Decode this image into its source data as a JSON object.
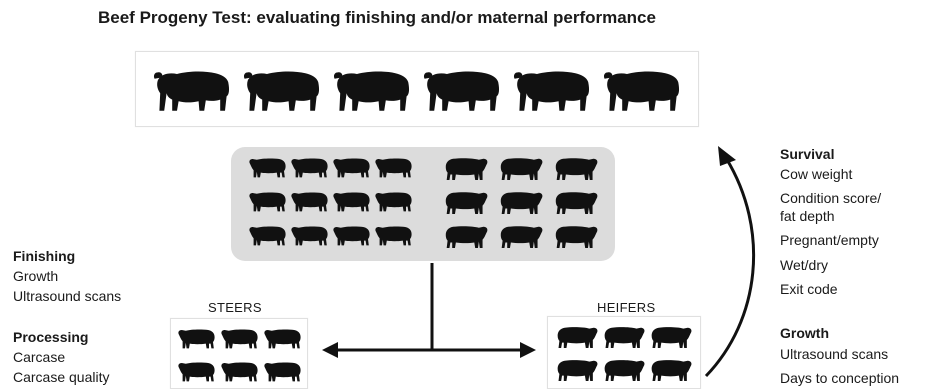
{
  "title": "Beef Progeny Test: evaluating finishing and/or maternal performance",
  "groups": {
    "left": "STEERS",
    "right": "HEIFERS"
  },
  "finishing": {
    "heading": "Finishing",
    "items": [
      "Growth",
      "Ultrasound scans"
    ]
  },
  "processing": {
    "heading": "Processing",
    "items": [
      "Carcase",
      "Carcase quality"
    ]
  },
  "survival": {
    "heading": "Survival",
    "items": [
      "Cow weight",
      "Condition score/",
      "fat depth",
      "Pregnant/empty",
      "Wet/dry",
      "Exit code"
    ]
  },
  "growth": {
    "heading": "Growth",
    "items": [
      "Ultrasound scans",
      "Days to conception"
    ]
  },
  "icons": {
    "bull": "bull-silhouette-icon",
    "steer": "steer-silhouette-icon",
    "heifer": "heifer-silhouette-icon"
  },
  "colors": {
    "silhouette": "#111111",
    "panel": "#dcdcdc",
    "arrow": "#111111"
  }
}
